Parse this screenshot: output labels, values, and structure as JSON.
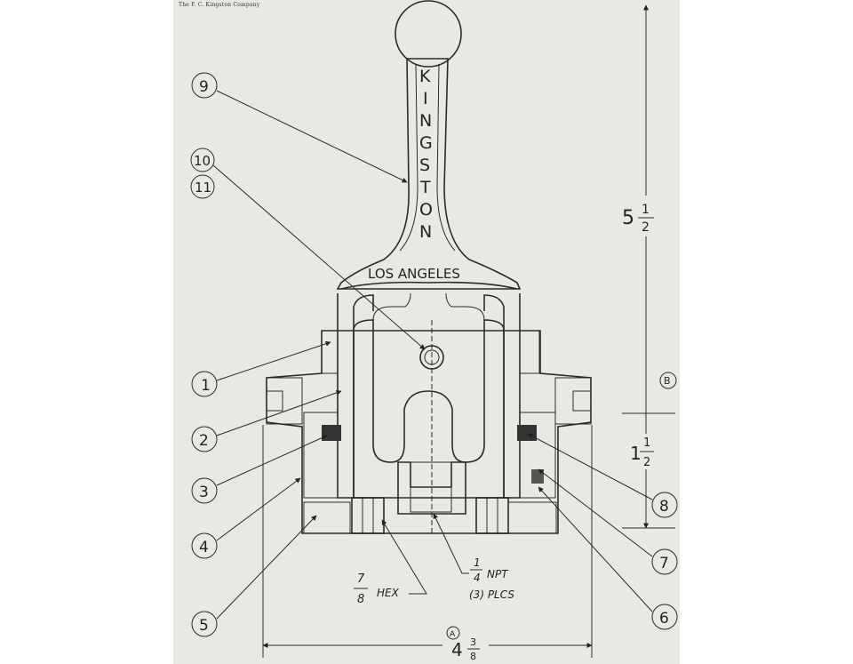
{
  "header": {
    "company": "The F. C. Kingston Company"
  },
  "handle": {
    "brand_letters": [
      "K",
      "I",
      "N",
      "G",
      "S",
      "T",
      "O",
      "N"
    ],
    "city": "LOS ANGELES"
  },
  "callouts": [
    "1",
    "2",
    "3",
    "4",
    "5",
    "6",
    "7",
    "8",
    "9",
    "10",
    "11"
  ],
  "dimensions": {
    "height_whole": "5",
    "height_num": "1",
    "height_den": "2",
    "height_tag": "B",
    "port_whole": "1",
    "port_num": "1",
    "port_den": "2",
    "width_whole": "4",
    "width_num": "3",
    "width_den": "8",
    "width_tag": "A"
  },
  "notes": {
    "hex_num": "7",
    "hex_den": "8",
    "hex_label": "HEX",
    "npt_num": "1",
    "npt_den": "4",
    "npt_label": "NPT",
    "npt_qty": "(3) PLCS"
  },
  "colors": {
    "paper": "#e9e9e4",
    "ink": "#2a2a2a"
  }
}
